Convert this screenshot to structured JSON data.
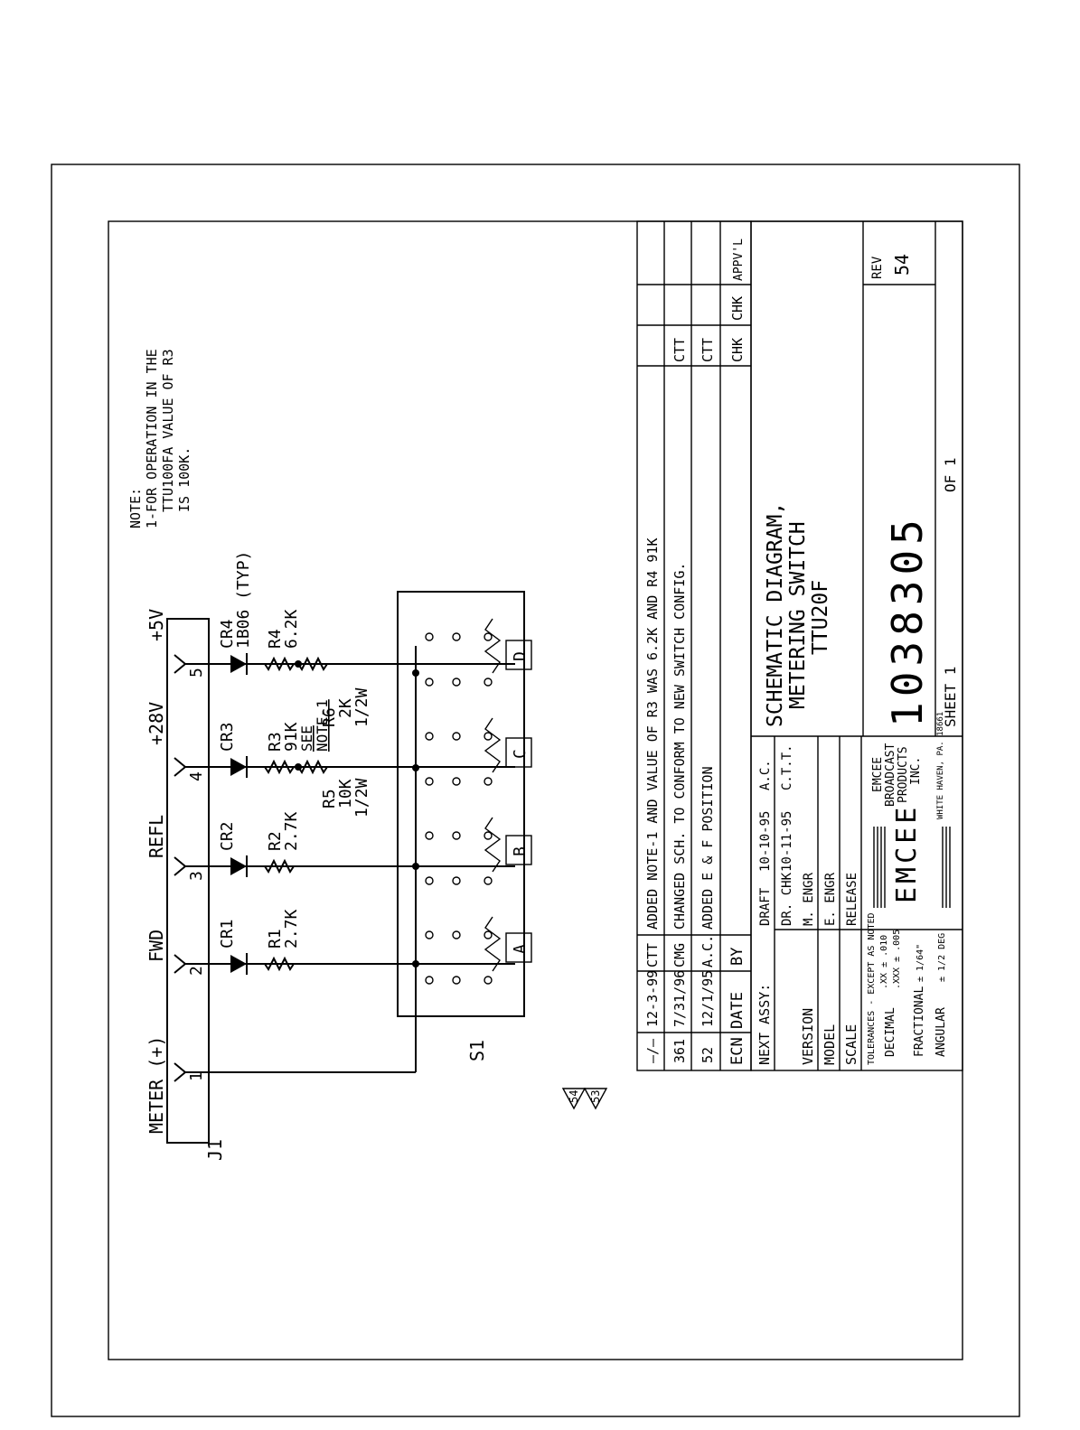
{
  "connector": {
    "ref": "J1",
    "pins": [
      {
        "num": "1",
        "signal": "METER (+)"
      },
      {
        "num": "2",
        "signal": "FWD"
      },
      {
        "num": "3",
        "signal": "REFL"
      },
      {
        "num": "4",
        "signal": "+28V"
      },
      {
        "num": "5",
        "signal": "+5V"
      }
    ]
  },
  "diodes": [
    "CR1",
    "CR2",
    "CR3",
    "CR4"
  ],
  "diode_note": "1B06 (TYP)",
  "resistors": {
    "r1": {
      "ref": "R1",
      "value": "2.7K"
    },
    "r2": {
      "ref": "R2",
      "value": "2.7K"
    },
    "r3": {
      "ref": "R3",
      "value": "91K",
      "note1": "SEE",
      "note2": "NOTE-1"
    },
    "r4": {
      "ref": "R4",
      "value": "6.2K"
    },
    "r5": {
      "ref": "R5",
      "value": "10K",
      "power": "1/2W"
    },
    "r6": {
      "ref": "R6",
      "value": "2K",
      "power": "1/2W"
    }
  },
  "switch": {
    "ref": "S1",
    "positions": [
      "A",
      "B",
      "C",
      "D"
    ]
  },
  "note": {
    "line1": "NOTE:",
    "line2": "1-FOR OPERATION IN THE",
    "line3": "TTU100FA VALUE OF R3",
    "line4": "IS 100K."
  },
  "revisions": [
    {
      "ecn": "—/—",
      "date": "12-3-99",
      "by": "CTT",
      "desc": "ADDED NOTE-1 AND VALUE OF R3 WAS 6.2K AND R4 91K",
      "chk": ""
    },
    {
      "ecn": "361",
      "date": "7/31/96",
      "by": "CMG",
      "desc": "CHANGED SCH. TO CONFORM TO NEW SWITCH CONFIG.",
      "chk": "CTT"
    },
    {
      "ecn": "52",
      "date": "12/1/95",
      "by": "A.C.",
      "desc": "ADDED E & F POSITION",
      "chk": "CTT"
    }
  ],
  "rev_header": {
    "ecn": "ECN",
    "date": "DATE",
    "by": "BY",
    "chk": "CHK",
    "chk2": "CHK",
    "appvl": "APPV'L"
  },
  "rev_flags": [
    "54",
    "53"
  ],
  "title_block": {
    "next_assy": "NEXT ASSY:",
    "version": "VERSION",
    "model": "MODEL",
    "scale": "SCALE",
    "draft_label": "DRAFT",
    "draft_date": "10-10-95",
    "draft_by": "A.C.",
    "drchk_label": "DR. CHK",
    "drchk_date": "10-11-95",
    "drchk_by": "C.T.T.",
    "m_engr": "M. ENGR",
    "e_engr": "E. ENGR",
    "release": "RELEASE",
    "title1": "SCHEMATIC DIAGRAM,",
    "title2": "METERING SWITCH",
    "title3": "TTU20F",
    "company1": "EMCEE",
    "company2": "BROADCAST",
    "company3": "PRODUCTS",
    "company4": "INC.",
    "address": "WHITE HAVEN, PA. 18661",
    "logo": "EMCEE",
    "dwg_no": "1038305",
    "sheet": "SHEET 1",
    "of": "OF 1",
    "rev_label": "REV",
    "rev": "54",
    "tol_title": "TOLERANCES - EXCEPT AS NOTED",
    "tol_decimal": "DECIMAL",
    "tol_xx": ".XX ± .010",
    "tol_xxx": ".XXX ± .005",
    "tol_fractional": "FRACTIONAL",
    "tol_frac_val": "± 1/64\"",
    "tol_angular": "ANGULAR",
    "tol_ang_val": "± 1/2 DEG"
  }
}
